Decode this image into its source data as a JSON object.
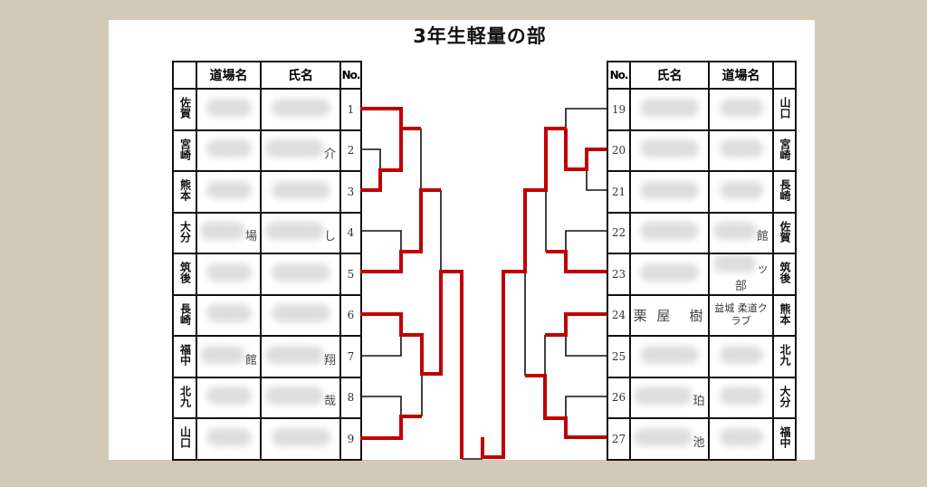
{
  "title": "3年生軽量の部",
  "left_table": {
    "headers": {
      "dojo": "道場名",
      "name": "氏名",
      "no": "No."
    },
    "rows": [
      {
        "pref": "佐賀",
        "no": "1",
        "name_fragment": "",
        "dojo_fragment": ""
      },
      {
        "pref": "宮崎",
        "no": "2",
        "name_fragment": "介",
        "dojo_fragment": ""
      },
      {
        "pref": "熊本",
        "no": "3",
        "name_fragment": "",
        "dojo_fragment": ""
      },
      {
        "pref": "大分",
        "no": "4",
        "name_fragment": "し",
        "dojo_fragment": "場"
      },
      {
        "pref": "筑後",
        "no": "5",
        "name_fragment": "",
        "dojo_fragment": ""
      },
      {
        "pref": "長崎",
        "no": "6",
        "name_fragment": "",
        "dojo_fragment": ""
      },
      {
        "pref": "福中",
        "no": "7",
        "name_fragment": "翔",
        "dojo_fragment": "館"
      },
      {
        "pref": "北九",
        "no": "8",
        "name_fragment": "哉",
        "dojo_fragment": ""
      },
      {
        "pref": "山口",
        "no": "9",
        "name_fragment": "",
        "dojo_fragment": ""
      }
    ]
  },
  "right_table": {
    "headers": {
      "no": "No.",
      "name": "氏名",
      "dojo": "道場名"
    },
    "rows": [
      {
        "no": "19",
        "name": "",
        "dojo": "",
        "pref": "山口"
      },
      {
        "no": "20",
        "name": "",
        "dojo": "",
        "pref": "宮崎"
      },
      {
        "no": "21",
        "name": "",
        "dojo": "",
        "pref": "長崎"
      },
      {
        "no": "22",
        "name": "",
        "dojo": "館",
        "pref": "佐賀"
      },
      {
        "no": "23",
        "name": "",
        "dojo": "ッ 部",
        "pref": "筑後"
      },
      {
        "no": "24",
        "name": "栗 屋　樹",
        "dojo": "益城 柔道クラブ",
        "pref": "熊本"
      },
      {
        "no": "25",
        "name": "",
        "dojo": "",
        "pref": "北九"
      },
      {
        "no": "26",
        "name": "珀",
        "dojo": "",
        "pref": "大分"
      },
      {
        "no": "27",
        "name": "池",
        "dojo": "",
        "pref": "福中"
      }
    ]
  },
  "colors": {
    "winner_line": "#c00000",
    "line": "#111111",
    "background": "#d3c9b8"
  }
}
